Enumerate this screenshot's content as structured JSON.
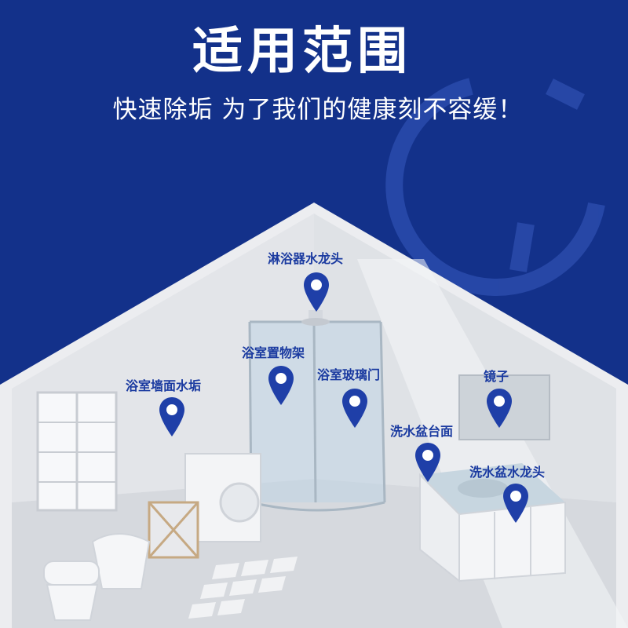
{
  "header": {
    "title": "适用范围",
    "subtitle": "快速除垢 为了我们的健康刻不容缓！"
  },
  "colors": {
    "background_blue": "#13318a",
    "pin_blue": "#1f3fa8",
    "label_blue": "#1a3aa0",
    "room_wall": "#e6e8ec",
    "room_floor": "#d9dce1"
  },
  "locations": [
    {
      "id": "shower-faucet",
      "label": "淋浴器水龙头",
      "icon": "map-pin-icon"
    },
    {
      "id": "shower-shelf",
      "label": "浴室置物架",
      "icon": "map-pin-icon"
    },
    {
      "id": "wall-scale",
      "label": "浴室墙面水垢",
      "icon": "map-pin-icon"
    },
    {
      "id": "glass-door",
      "label": "浴室玻璃门",
      "icon": "map-pin-icon"
    },
    {
      "id": "mirror",
      "label": "镜子",
      "icon": "map-pin-icon"
    },
    {
      "id": "basin-counter",
      "label": "洗水盆台面",
      "icon": "map-pin-icon"
    },
    {
      "id": "basin-faucet",
      "label": "洗水盆水龙头",
      "icon": "map-pin-icon"
    }
  ]
}
